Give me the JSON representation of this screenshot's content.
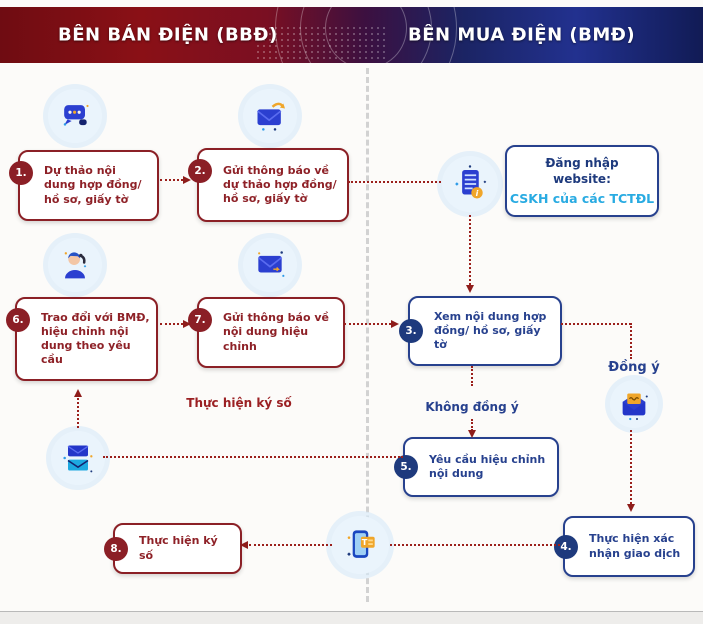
{
  "header": {
    "left_title": "BÊN BÁN ĐIỆN (BBĐ)",
    "right_title": "BÊN MUA ĐIỆN (BMĐ)"
  },
  "boxes": {
    "b1": {
      "num": "1.",
      "text": "Dự thảo nội dung hợp đồng/ hồ sơ, giấy tờ"
    },
    "b2": {
      "num": "2.",
      "text": "Gửi thông báo về dự thảo hợp đồng/ hồ sơ, giấy tờ"
    },
    "b3": {
      "num": "3.",
      "text": "Xem nội dung hợp đồng/ hồ sơ, giấy tờ"
    },
    "b4": {
      "num": "4.",
      "text": "Thực hiện xác nhận giao dịch"
    },
    "b5": {
      "num": "5.",
      "text": "Yêu cầu hiệu chỉnh nội dung"
    },
    "b6": {
      "num": "6.",
      "text": "Trao đổi với BMĐ, hiệu chỉnh nội dung theo yêu cầu"
    },
    "b7": {
      "num": "7.",
      "text": "Gửi thông báo về nội dung hiệu chỉnh"
    },
    "b8": {
      "num": "8.",
      "text": "Thực hiện ký số"
    }
  },
  "login": {
    "line1": "Đăng nhập",
    "line2": "website:",
    "line3": "CSKH của các TCTĐL"
  },
  "labels": {
    "sign": "Thực hiện ký số",
    "agree": "Đồng ý",
    "disagree": "Không đồng ý"
  },
  "icons": {
    "chat": "chat-bubbles-icon",
    "mail_send": "mail-send-icon",
    "document": "document-info-icon",
    "support": "support-agent-icon",
    "envelope": "envelope-icon",
    "envelope_pair": "envelope-pair-icon",
    "mail_approved": "mail-approved-icon",
    "phone": "phone-card-icon"
  },
  "colors": {
    "seller_accent": "#8b2026",
    "buyer_accent": "#27418e",
    "link_cyan": "#29abe2",
    "connector_red": "#9b201c"
  }
}
